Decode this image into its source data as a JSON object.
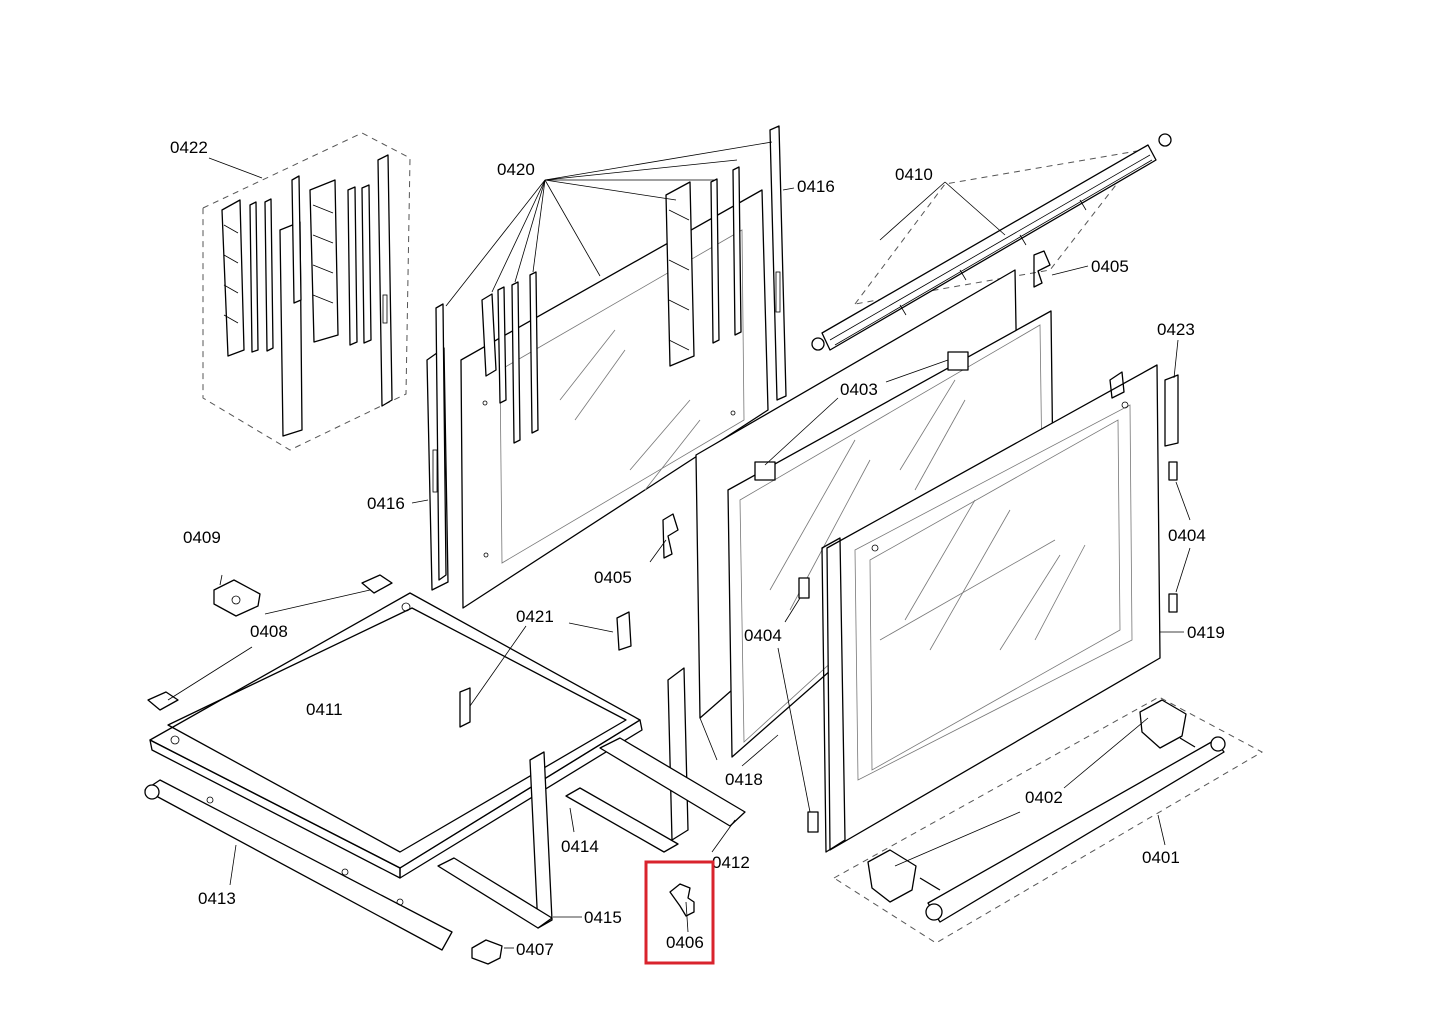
{
  "labels": {
    "l0401": "0401",
    "l0402": "0402",
    "l0403": "0403",
    "l0404a": "0404",
    "l0404b": "0404",
    "l0405a": "0405",
    "l0405b": "0405",
    "l0406": "0406",
    "l0407": "0407",
    "l0408": "0408",
    "l0409": "0409",
    "l0410": "0410",
    "l0411": "0411",
    "l0412": "0412",
    "l0413": "0413",
    "l0414": "0414",
    "l0415": "0415",
    "l0416a": "0416",
    "l0416b": "0416",
    "l0418": "0418",
    "l0419": "0419",
    "l0420": "0420",
    "l0421": "0421",
    "l0422": "0422",
    "l0423": "0423"
  },
  "highlight": {
    "color": "#d9232d"
  }
}
